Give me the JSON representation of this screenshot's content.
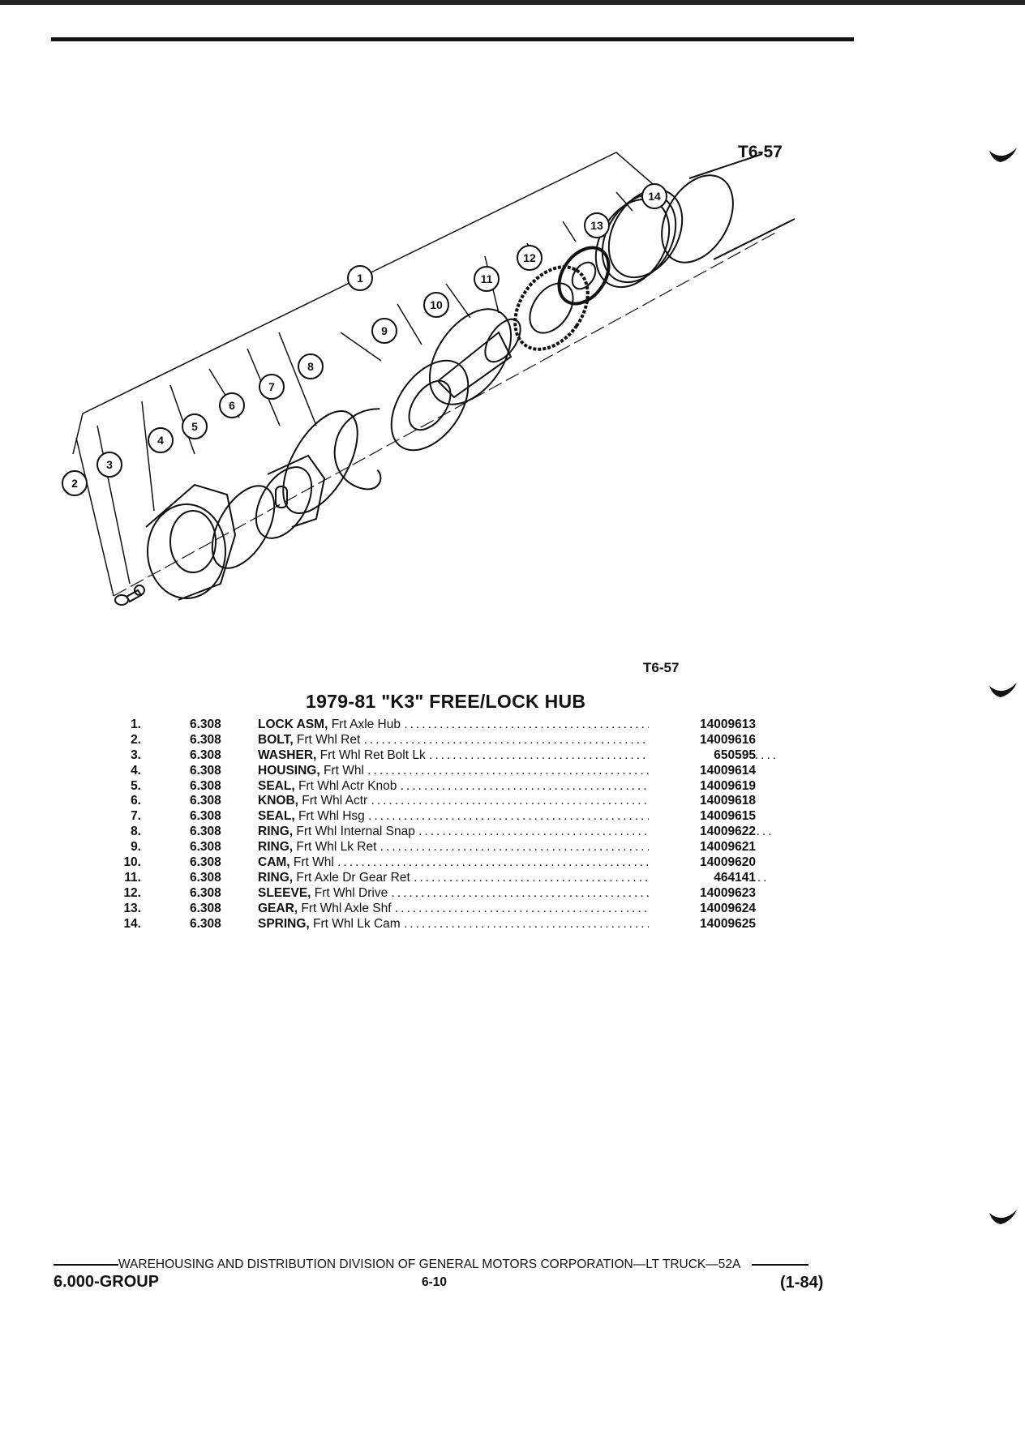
{
  "figure_ref_top": "T6-57",
  "figure_ref_bottom": "T6-57",
  "diagram_callouts": [
    "1",
    "2",
    "3",
    "4",
    "5",
    "6",
    "7",
    "8",
    "9",
    "10",
    "11",
    "12",
    "13",
    "14"
  ],
  "table": {
    "title": "1979-81 \"K3\" FREE/LOCK HUB",
    "rows": [
      {
        "num": "1.",
        "group": "6.308",
        "name": "LOCK ASM,",
        "desc": " Frt Axle Hub ",
        "part_no": "14009613"
      },
      {
        "num": "2.",
        "group": "6.308",
        "name": "BOLT,",
        "desc": " Frt Whl Ret ",
        "part_no": "14009616"
      },
      {
        "num": "3.",
        "group": "6.308",
        "name": "WASHER,",
        "desc": " Frt Whl Ret Bolt Lk ",
        "part_no": "650595"
      },
      {
        "num": "4.",
        "group": "6.308",
        "name": "HOUSING,",
        "desc": " Frt Whl ",
        "part_no": "14009614"
      },
      {
        "num": "5.",
        "group": "6.308",
        "name": "SEAL,",
        "desc": " Frt Whl Actr Knob ",
        "part_no": "14009619"
      },
      {
        "num": "6.",
        "group": "6.308",
        "name": "KNOB,",
        "desc": " Frt Whl Actr ",
        "part_no": "14009618"
      },
      {
        "num": "7.",
        "group": "6.308",
        "name": "SEAL,",
        "desc": " Frt Whl Hsg ",
        "part_no": "14009615"
      },
      {
        "num": "8.",
        "group": "6.308",
        "name": "RING,",
        "desc": " Frt Whl Internal Snap ",
        "part_no": "14009622"
      },
      {
        "num": "9.",
        "group": "6.308",
        "name": "RING,",
        "desc": " Frt Whl Lk Ret ",
        "part_no": "14009621"
      },
      {
        "num": "10.",
        "group": "6.308",
        "name": "CAM,",
        "desc": " Frt Whl ",
        "part_no": "14009620"
      },
      {
        "num": "11.",
        "group": "6.308",
        "name": "RING,",
        "desc": " Frt Axle Dr Gear Ret ",
        "part_no": "464141"
      },
      {
        "num": "12.",
        "group": "6.308",
        "name": "SLEEVE,",
        "desc": " Frt Whl Drive ",
        "part_no": "14009623"
      },
      {
        "num": "13.",
        "group": "6.308",
        "name": "GEAR,",
        "desc": " Frt Whl Axle Shf ",
        "part_no": "14009624"
      },
      {
        "num": "14.",
        "group": "6.308",
        "name": "SPRING,",
        "desc": " Frt Whl Lk Cam ",
        "part_no": "14009625"
      }
    ]
  },
  "footer": {
    "division": "WAREHOUSING AND DISTRIBUTION  DIVISION OF GENERAL MOTORS CORPORATION—LT TRUCK—52A",
    "group": "6.000-GROUP",
    "page": "6-10",
    "date": "(1-84)"
  }
}
